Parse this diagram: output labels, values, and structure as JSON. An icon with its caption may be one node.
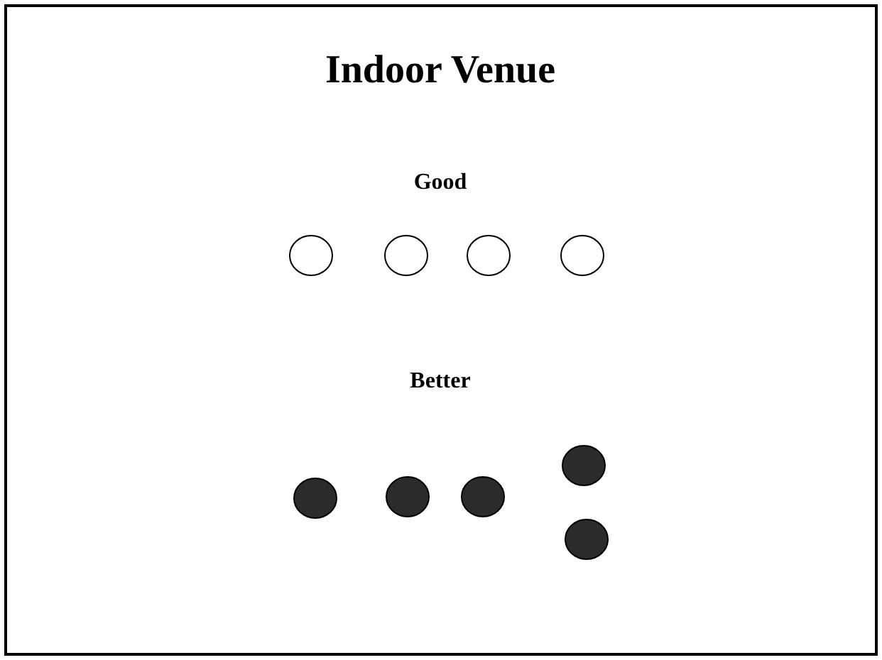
{
  "diagram": {
    "title": "Indoor Venue",
    "nodes": [
      {
        "text": [],
        "shape": "circle"
      },
      {
        "text": [],
        "shape": "circle"
      },
      {
        "text": [],
        "shape": "circle"
      },
      {
        "text": [],
        "shape": "circle"
      },
      {
        "text": [],
        "shape": "circle"
      },
      {
        "text": [],
        "shape": "circle"
      },
      {
        "text": [],
        "shape": "circle"
      },
      {
        "text": [],
        "shape": "circle"
      },
      {
        "text": [],
        "shape": "circle"
      }
    ],
    "labels": [
      "Good",
      "Better"
    ]
  }
}
